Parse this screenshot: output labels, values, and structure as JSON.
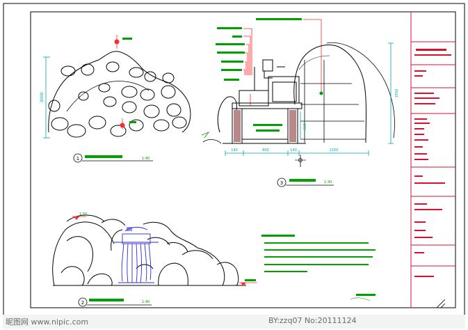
{
  "drawing": {
    "scale_labels": {
      "plan": "1:40",
      "section": "1:30",
      "elevation": "1:40"
    },
    "callout_numbers": {
      "plan": "1",
      "section": "3",
      "elevation": "2"
    },
    "plan_dimension": "3000",
    "section_dimensions": {
      "height": "1550",
      "segment_a": "600",
      "segment_b": "1150",
      "segment_c": "140",
      "segment_d": "140",
      "pool_depth": "610"
    },
    "elevation_level_tag": "1.00"
  },
  "watermark": {
    "left": "昵图网 www.nipic.com",
    "right": "BY:zzq07  No:20111124"
  },
  "colors": {
    "outline": "#000000",
    "dimension": "#00a6a6",
    "leader": "#ff2a2a",
    "label": "#00a000",
    "water": "#2a2ad8",
    "pool": "#8b3a3a"
  }
}
